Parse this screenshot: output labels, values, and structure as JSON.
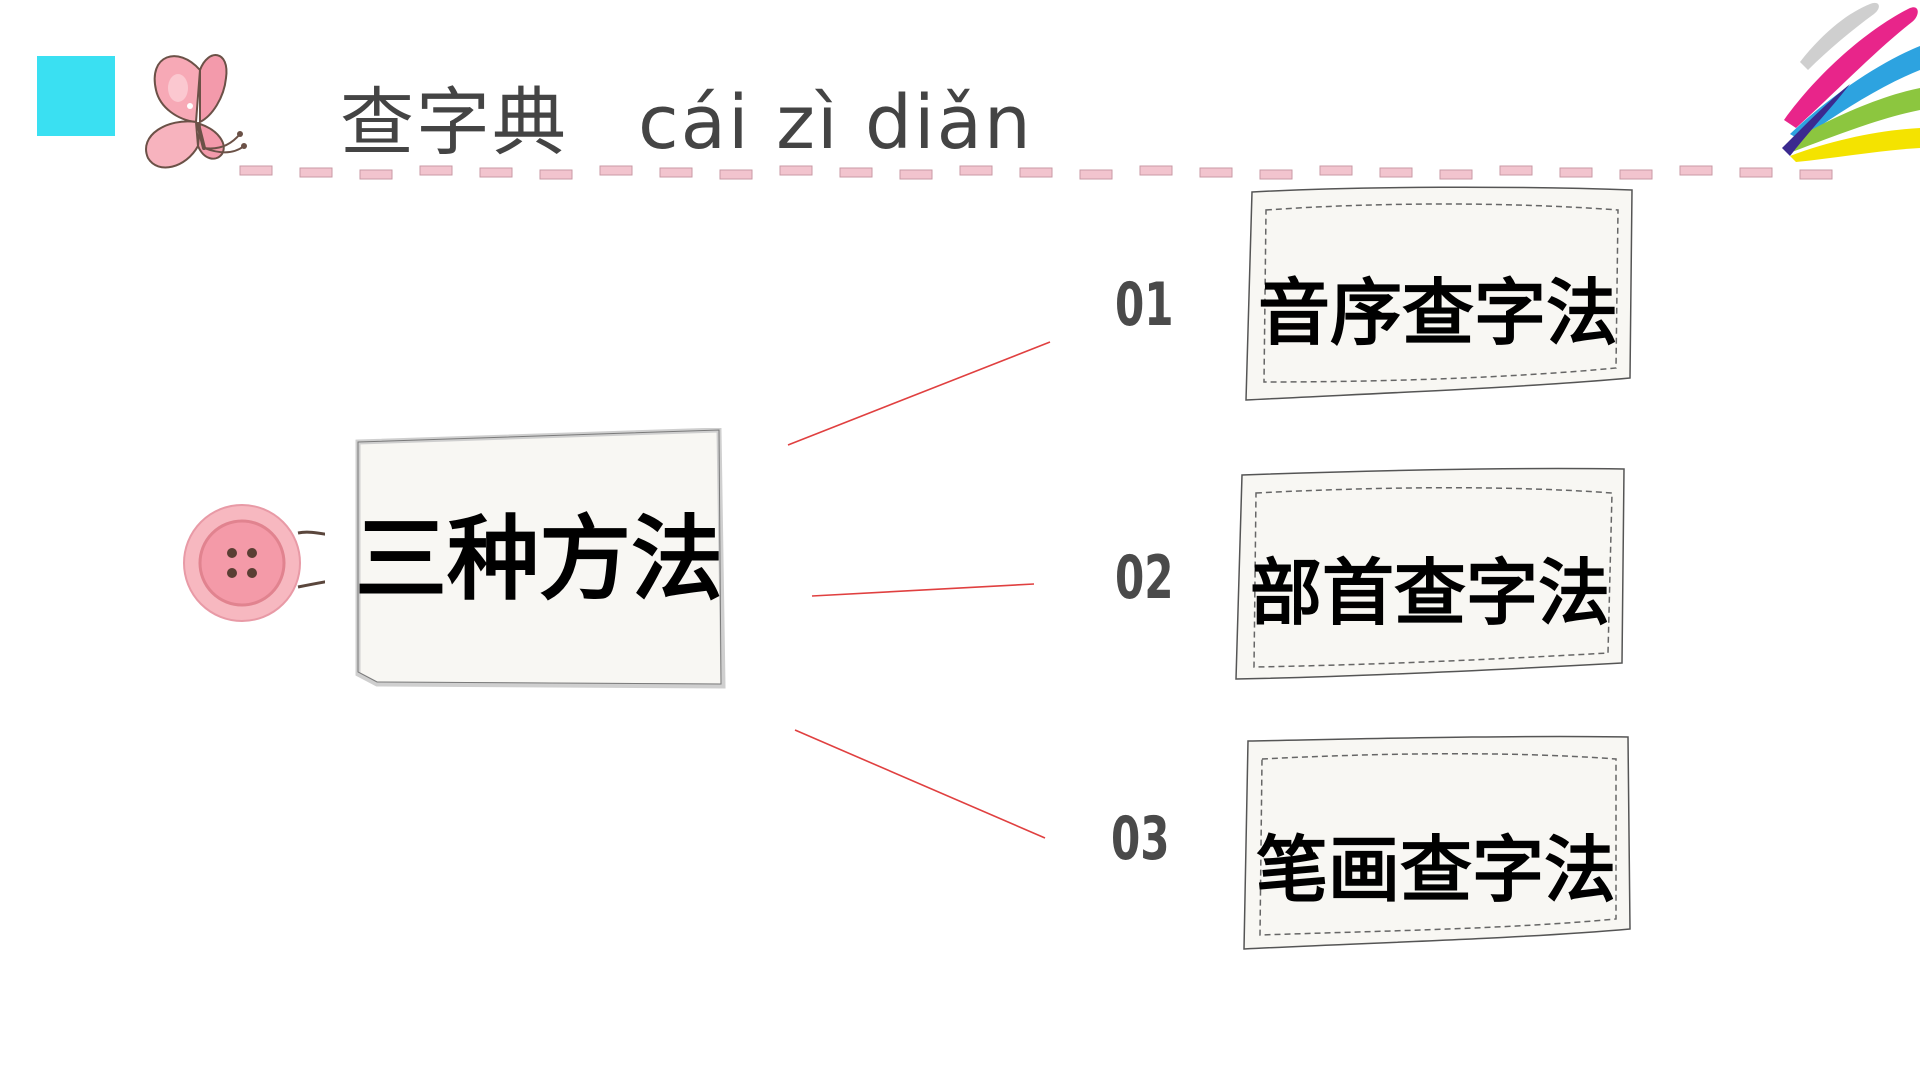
{
  "header": {
    "title": "查字典",
    "pinyin": "cái zì diǎn",
    "accent_color": "#3ae0f2",
    "divider_color": "#f2c4ce"
  },
  "diagram": {
    "center_label": "三种方法",
    "line_color": "#e04040",
    "methods": [
      {
        "number": "01",
        "label": "音序查字法"
      },
      {
        "number": "02",
        "label": "部首查字法"
      },
      {
        "number": "03",
        "label": "笔画查字法"
      }
    ]
  },
  "icons": {
    "butterfly": "butterfly-icon",
    "button": "button-icon",
    "brush_logo": "brush-stripes-logo"
  }
}
